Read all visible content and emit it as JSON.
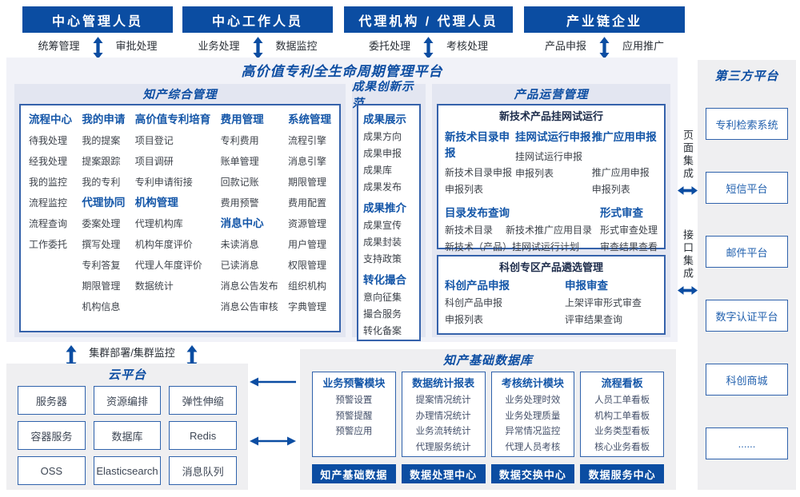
{
  "colors": {
    "dark_blue": "#0B4DA2",
    "header_blue": "#1456A8",
    "border_blue": "#2F62AC",
    "section_bg": "#E3E6F1",
    "platform_bg": "#F1F2F8",
    "gray_bg": "#EFEFF1"
  },
  "top_groups": [
    {
      "title": "中心管理人员",
      "left": "统筹管理",
      "right": "审批处理"
    },
    {
      "title": "中心工作人员",
      "left": "业务处理",
      "right": "数据监控"
    },
    {
      "title": "代理机构 / 代理人员",
      "left": "委托处理",
      "right": "考核处理"
    },
    {
      "title": "产业链企业",
      "left": "产品申报",
      "right": "应用推广"
    }
  ],
  "platform": {
    "title": "高价值专利全生命周期管理平台",
    "ip": {
      "title": "知产综合管理",
      "columns": [
        {
          "groups": [
            {
              "title": "流程中心",
              "items": [
                "待我处理",
                "经我处理",
                "我的监控",
                "流程监控",
                "流程查询",
                "工作委托"
              ]
            }
          ]
        },
        {
          "groups": [
            {
              "title": "我的申请",
              "items": [
                "我的提案",
                "提案跟踪",
                "我的专利"
              ]
            },
            {
              "title": "代理协同",
              "items": [
                "委案处理",
                "撰写处理",
                "专利答复",
                "期限管理",
                "机构信息"
              ]
            }
          ]
        },
        {
          "groups": [
            {
              "title": "高价值专利培育",
              "items": [
                "项目登记",
                "项目调研",
                "专利申请衔接"
              ]
            },
            {
              "title": "机构管理",
              "items": [
                "代理机构库",
                "机构年度评价",
                "代理人年度评价",
                "数据统计"
              ]
            }
          ]
        },
        {
          "groups": [
            {
              "title": "费用管理",
              "items": [
                "专利费用",
                "账单管理",
                "回款记账",
                "费用预警"
              ]
            },
            {
              "title": "消息中心",
              "items": [
                "未读消息",
                "已读消息",
                "消息公告发布",
                "消息公告审核"
              ]
            }
          ]
        },
        {
          "groups": [
            {
              "title": "系统管理",
              "items": [
                "流程引擎",
                "消息引擎",
                "期限管理",
                "费用配置",
                "资源管理",
                "用户管理",
                "权限管理",
                "组织机构",
                "字典管理"
              ]
            }
          ]
        }
      ]
    },
    "achievement": {
      "title": "成果创新示范",
      "groups": [
        {
          "title": "成果展示",
          "items": [
            "成果方向",
            "成果申报",
            "成果库",
            "成果发布"
          ]
        },
        {
          "title": "成果推介",
          "items": [
            "成果宣传",
            "成果封装",
            "支持政策"
          ]
        },
        {
          "title": "转化撮合",
          "items": [
            "意向征集",
            "撮合服务",
            "转化备案"
          ]
        }
      ]
    },
    "product": {
      "title": "产品运营管理",
      "trial": {
        "title": "新技术产品挂网试运行",
        "columns": [
          {
            "title": "新技术目录申报",
            "items": [
              "新技术目录申报",
              "申报列表"
            ]
          },
          {
            "title": "挂网试运行申报",
            "items": [
              "挂网试运行申报",
              "申报列表"
            ]
          },
          {
            "title": "推广应用申报",
            "items": [
              "推广应用申报",
              "申报列表"
            ]
          }
        ],
        "catalog": {
          "title": "目录发布查询",
          "row": [
            "新技术目录",
            "新技术推广应用目录"
          ],
          "line": "新技术（产品）挂网试运行计划"
        },
        "review": {
          "title": "形式审查",
          "items": [
            "形式审查处理",
            "审查结果查看"
          ]
        }
      },
      "sci": {
        "title": "科创专区产品遴选管理",
        "columns": [
          {
            "title": "科创产品申报",
            "items": [
              "科创产品申报",
              "申报列表"
            ]
          },
          {
            "title": "申报审查",
            "items": [
              "上架评审形式审查",
              "评审结果查询"
            ]
          }
        ]
      }
    }
  },
  "cluster_label": "集群部署/集群监控",
  "cloud": {
    "title": "云平台",
    "items": [
      "服务器",
      "资源编排",
      "弹性伸缩",
      "容器服务",
      "数据库",
      "Redis",
      "OSS",
      "Elasticsearch",
      "消息队列"
    ]
  },
  "database": {
    "title": "知产基础数据库",
    "columns": [
      {
        "title": "业务预警模块",
        "items": [
          "预警设置",
          "预警提醒",
          "预警应用"
        ],
        "bar": "知产基础数据"
      },
      {
        "title": "数据统计报表",
        "items": [
          "提案情况统计",
          "办理情况统计",
          "业务流转统计",
          "代理服务统计"
        ],
        "bar": "数据处理中心"
      },
      {
        "title": "考核统计模块",
        "items": [
          "业务处理时效",
          "业务处理质量",
          "异常情况监控",
          "代理人员考核"
        ],
        "bar": "数据交换中心"
      },
      {
        "title": "流程看板",
        "items": [
          "人员工单看板",
          "机构工单看板",
          "业务类型看板",
          "核心业务看板"
        ],
        "bar": "数据服务中心"
      }
    ]
  },
  "integration": {
    "page": "页面集成",
    "api": "接口集成"
  },
  "third_party": {
    "title": "第三方平台",
    "items": [
      "专利检索系统",
      "短信平台",
      "邮件平台",
      "数字认证平台",
      "科创商城",
      "......"
    ]
  }
}
